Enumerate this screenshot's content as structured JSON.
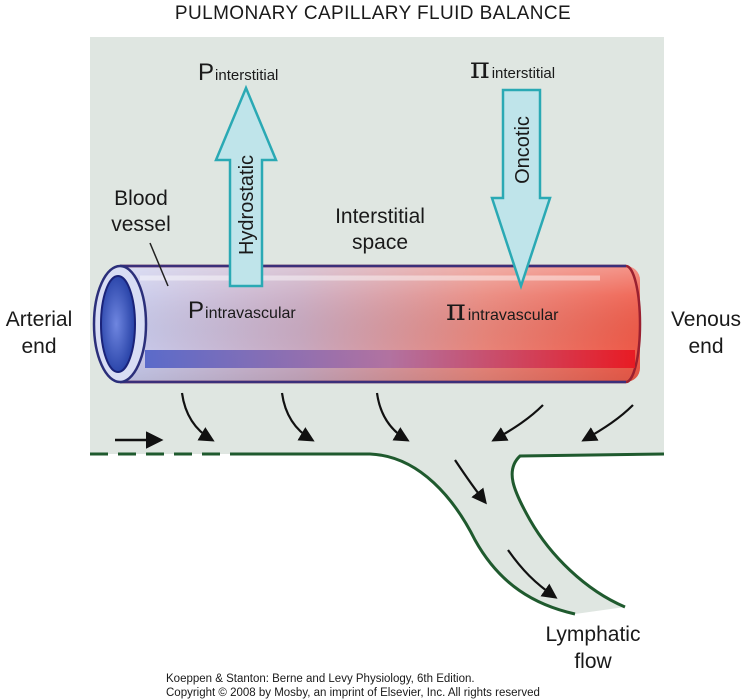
{
  "title": "PULMONARY CAPILLARY FLUID BALANCE",
  "labels": {
    "p_interstitial_main": "P",
    "p_interstitial_sub": "interstitial",
    "pi_interstitial_main": "π",
    "pi_interstitial_sub": "interstitial",
    "hydrostatic": "Hydrostatic",
    "oncotic": "Oncotic",
    "blood_vessel_line1": "Blood",
    "blood_vessel_line2": "vessel",
    "interstitial_space_line1": "Interstitial",
    "interstitial_space_line2": "space",
    "p_intravascular_main": "P",
    "p_intravascular_sub": "intravascular",
    "pi_intravascular_main": "π",
    "pi_intravascular_sub": "intravascular",
    "arterial_end_line1": "Arterial",
    "arterial_end_line2": "end",
    "venous_end_line1": "Venous",
    "venous_end_line2": "end",
    "lymphatic_flow_line1": "Lymphatic",
    "lymphatic_flow_line2": "flow"
  },
  "credits": {
    "line1": "Koeppen & Stanton: Berne and Levy Physiology, 6th Edition.",
    "line2": "Copyright © 2008 by Mosby, an imprint of Elsevier, Inc. All rights reserved"
  },
  "colors": {
    "interstitial_bg": "#dfe6e1",
    "vessel_blue": "#3b4fa0",
    "vessel_red": "#e8483c",
    "arrow_fill": "#bfe4ea",
    "arrow_stroke": "#2aa9b4",
    "lymph_line": "#1f5a2e"
  }
}
